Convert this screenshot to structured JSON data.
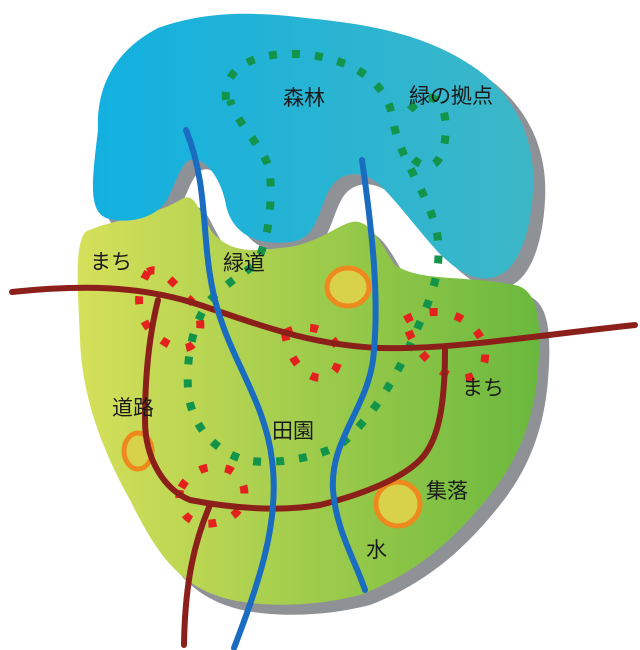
{
  "labels": {
    "forest": "森林",
    "green_hub": "緑の拠点",
    "town_left": "まち",
    "greenway": "緑道",
    "road": "道路",
    "countryside": "田園",
    "town_right": "まち",
    "village": "集落",
    "water": "水"
  },
  "colors": {
    "forest": "#2aaed1",
    "land_left": "#d6e05a",
    "land_right": "#6ab83e",
    "shadow": "#8e9296",
    "road": "#8b1f1a",
    "water": "#1a6cc0",
    "greenway_dots": "#12944a",
    "town_dots": "#e3221f",
    "settlement_ring": "#ee8a1d",
    "settlement_fill": "#d7d24a"
  }
}
